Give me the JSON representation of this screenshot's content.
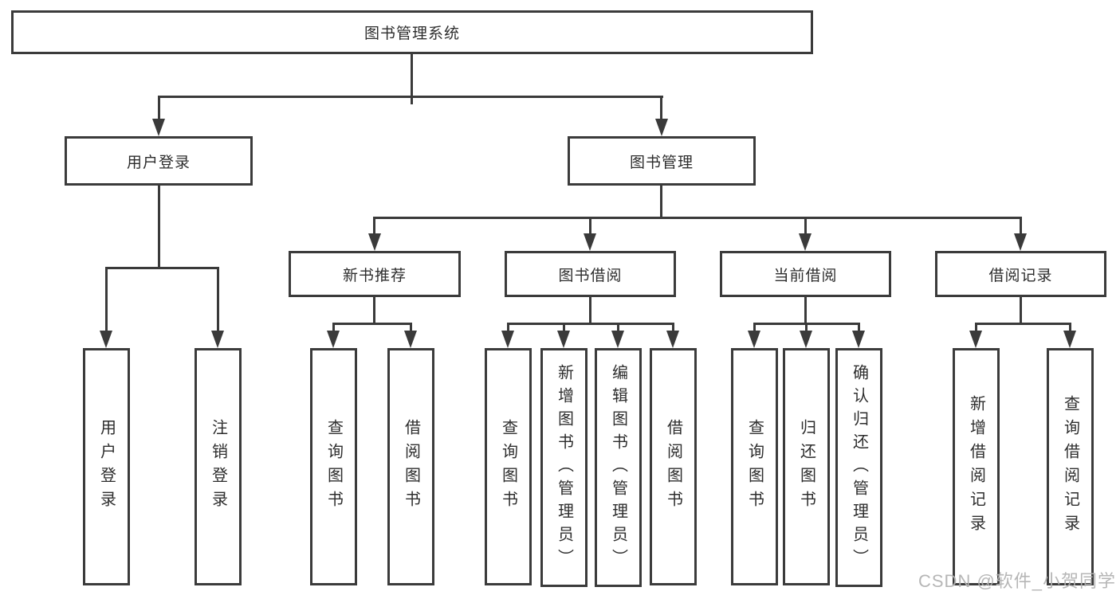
{
  "tree": {
    "root": "图书管理系统",
    "children": [
      {
        "label": "用户登录",
        "children": [
          "用户登录",
          "注销登录"
        ]
      },
      {
        "label": "图书管理",
        "children": [
          {
            "label": "新书推荐",
            "children": [
              "查询图书",
              "借阅图书"
            ]
          },
          {
            "label": "图书借阅",
            "children": [
              "查询图书",
              "新增图书（管理员）",
              "编辑图书（管理员）",
              "借阅图书"
            ]
          },
          {
            "label": "当前借阅",
            "children": [
              "查询图书",
              "归还图书",
              "确认归还（管理员）"
            ]
          },
          {
            "label": "借阅记录",
            "children": [
              "新增借阅记录",
              "查询借阅记录"
            ]
          }
        ]
      }
    ]
  },
  "watermark": {
    "text": "CSDN @软件_小贺同学"
  },
  "colors": {
    "box_border": "#3b3b3b",
    "connector_line": "#3a3a3a",
    "text": "#2d2d2d",
    "watermark": "#b2b2b2"
  }
}
